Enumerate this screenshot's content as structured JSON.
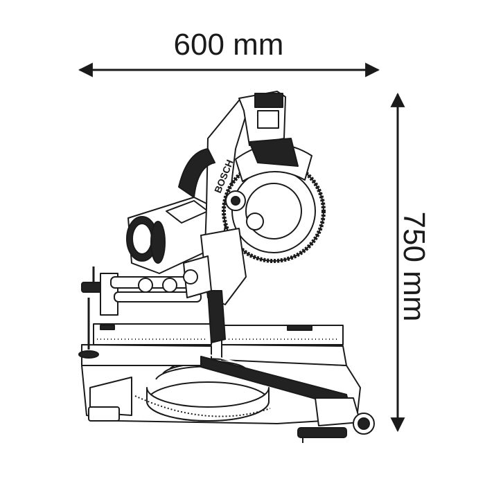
{
  "dimensions": {
    "width_label": "600 mm",
    "height_label": "750 mm"
  },
  "product": {
    "brand_text": "BOSCH"
  },
  "colors": {
    "line": "#1a1a1a",
    "fill_dark": "#222222",
    "background": "#ffffff"
  }
}
